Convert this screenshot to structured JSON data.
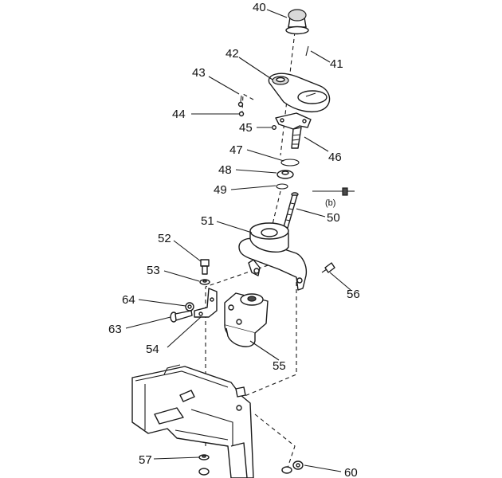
{
  "callouts": {
    "c40": "40",
    "c41": "41",
    "c42": "42",
    "c43": "43",
    "c44": "44",
    "c45": "45",
    "c46": "46",
    "c47": "47",
    "c48": "48",
    "c49": "49",
    "c50": "50",
    "c51": "51",
    "c52": "52",
    "c53": "53",
    "c54": "54",
    "c55": "55",
    "c56": "56",
    "c57": "57",
    "c60": "60",
    "c63": "63",
    "c64": "64"
  },
  "notes": {
    "b": "(b)"
  }
}
